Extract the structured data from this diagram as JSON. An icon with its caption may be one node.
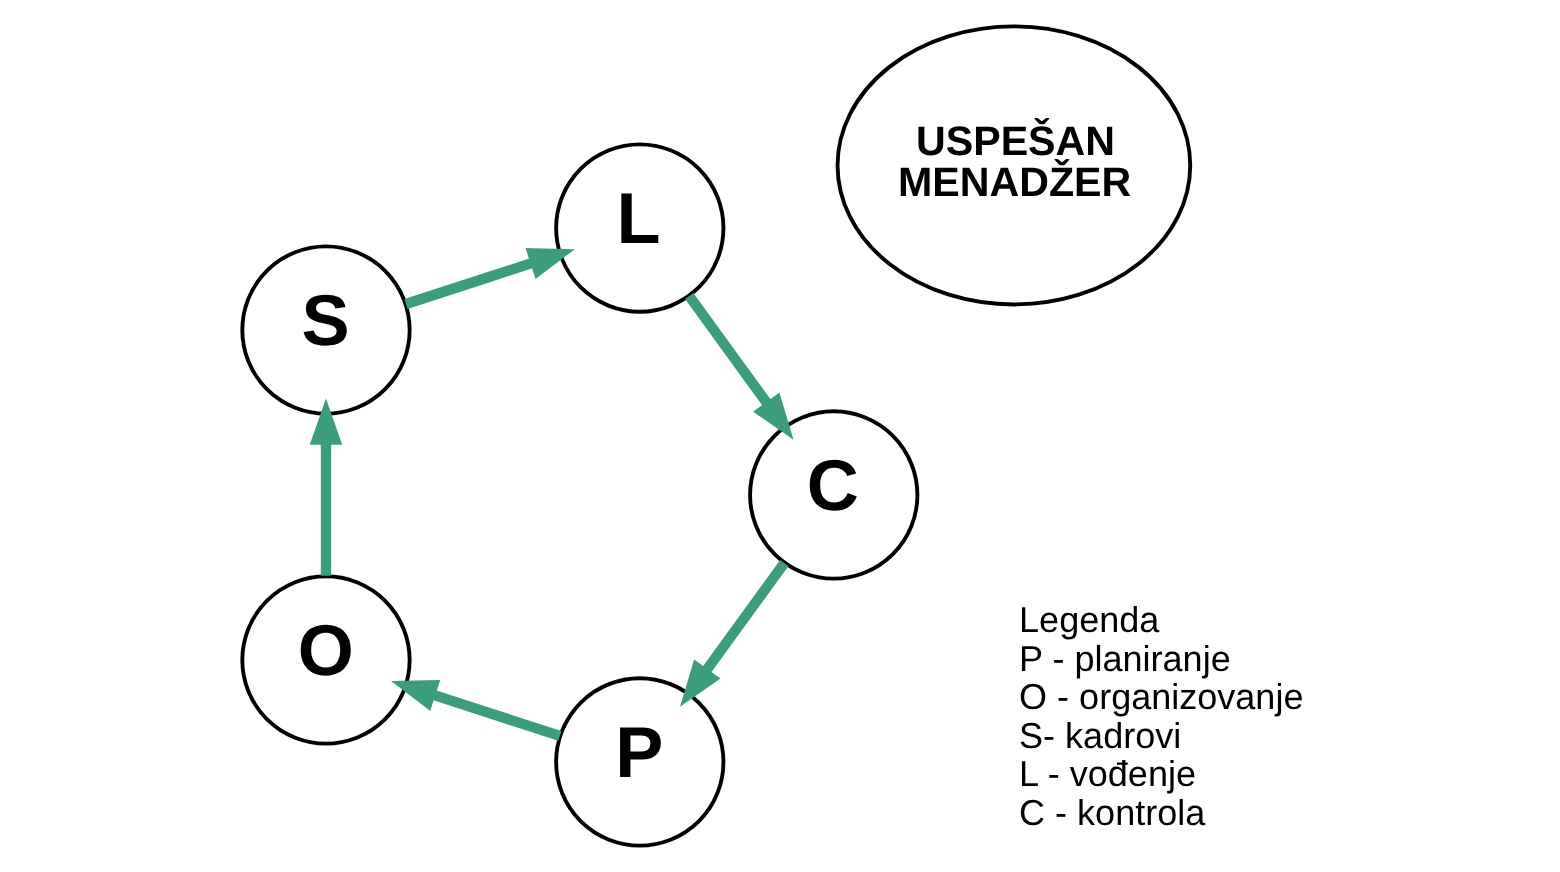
{
  "diagram": {
    "nodes": [
      {
        "text": [
          "USPEŠAN MENADŽER"
        ]
      },
      {
        "text": [
          "P"
        ]
      },
      {
        "text": [
          "O"
        ]
      },
      {
        "text": [
          "S"
        ]
      },
      {
        "text": [
          "L"
        ]
      },
      {
        "text": [
          "C"
        ]
      }
    ],
    "edges": [
      {
        "from": 1,
        "to": 2,
        "arrow": "to"
      },
      {
        "from": 2,
        "to": 3,
        "arrow": "to"
      },
      {
        "from": 3,
        "to": 4,
        "arrow": "to"
      },
      {
        "from": 4,
        "to": 5,
        "arrow": "to"
      },
      {
        "from": 5,
        "to": 1,
        "arrow": "to"
      }
    ],
    "labels": [
      "Legenda",
      "P - planiranje",
      "O - organizovanje",
      "S- kadrovi",
      "L - vođenje",
      "C - kontrola"
    ]
  }
}
